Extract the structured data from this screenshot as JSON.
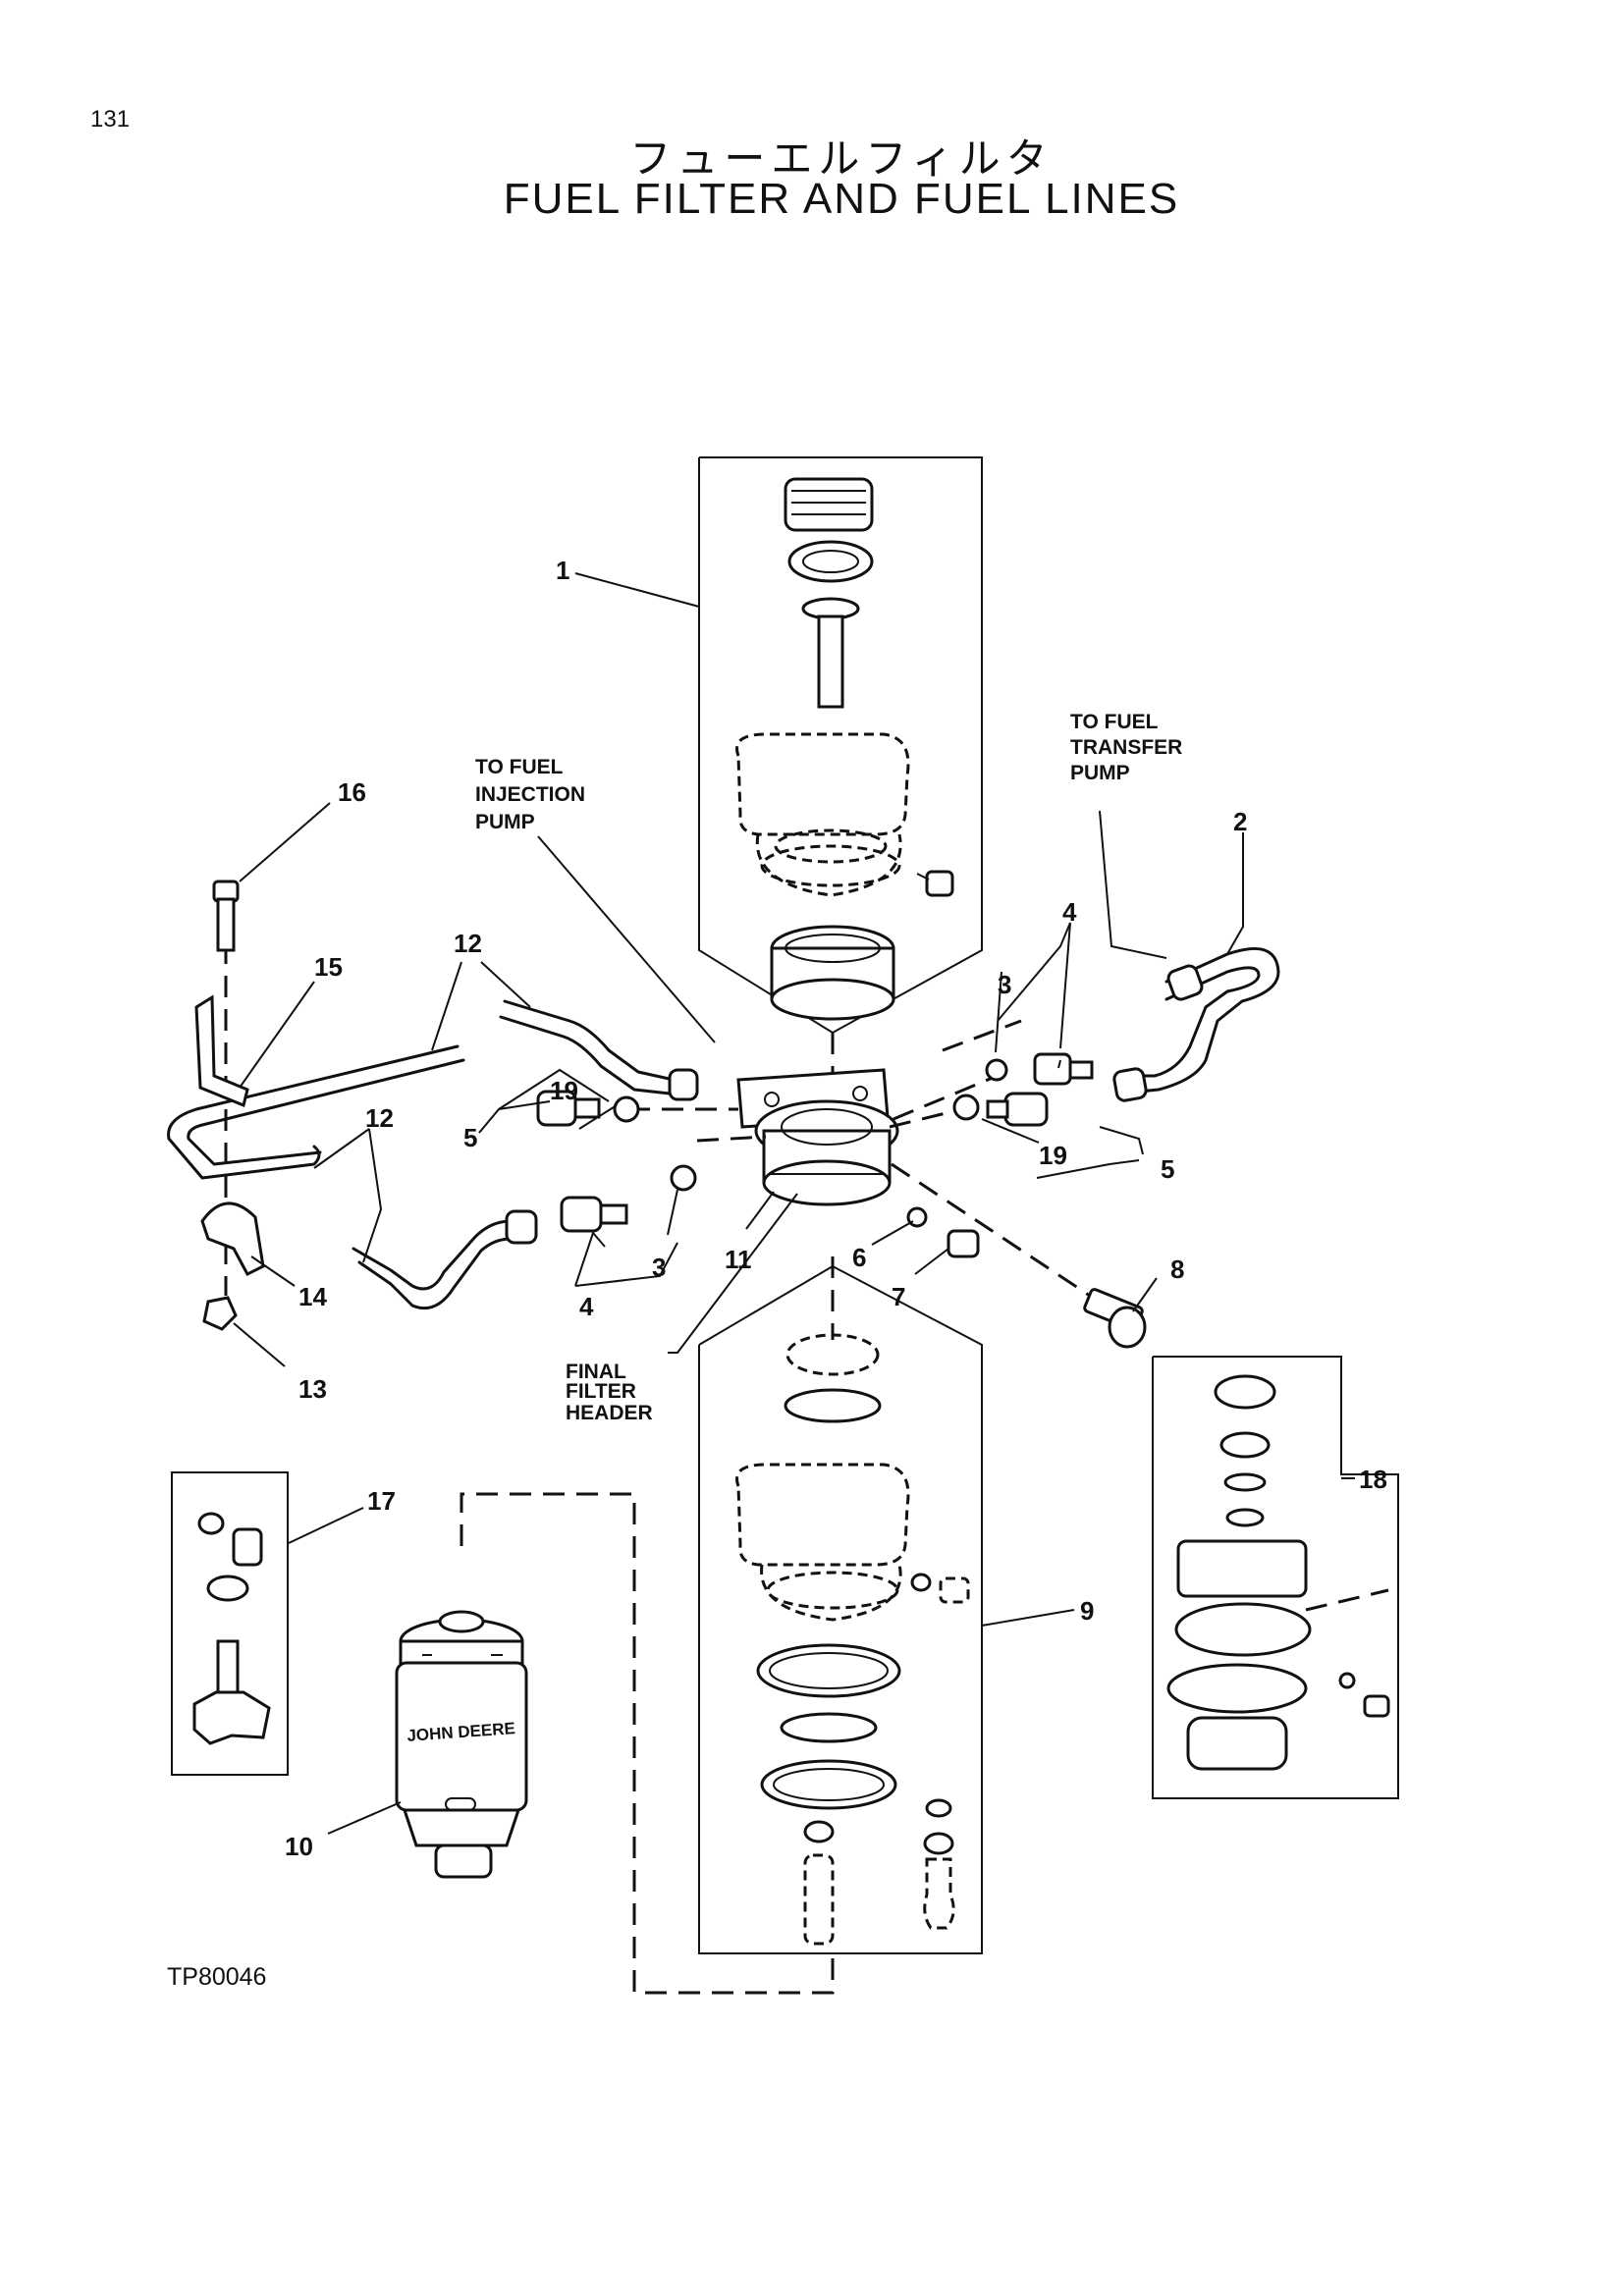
{
  "page": {
    "number": "131",
    "title_jp": "フューエルフィルタ",
    "title_en": "FUEL FILTER AND FUEL LINES",
    "drawing_number": "TP80046"
  },
  "callouts": {
    "c1": "1",
    "c2": "2",
    "c3a": "3",
    "c3b": "3",
    "c4a": "4",
    "c4b": "4",
    "c5a": "5",
    "c5b": "5",
    "c6": "6",
    "c7": "7",
    "c8": "8",
    "c9": "9",
    "c10": "10",
    "c11": "11",
    "c12a": "12",
    "c12b": "12",
    "c13": "13",
    "c14": "14",
    "c15": "15",
    "c16": "16",
    "c17": "17",
    "c18": "18",
    "c19a": "19",
    "c19b": "19"
  },
  "notes": {
    "injection_pump": [
      "TO FUEL",
      "INJECTION",
      "PUMP"
    ],
    "transfer_pump": [
      "TO FUEL",
      "TRANSFER",
      "PUMP"
    ],
    "filter_header": [
      "FINAL",
      "FILTER",
      "HEADER"
    ],
    "filter_brand": "JOHN DEERE"
  }
}
